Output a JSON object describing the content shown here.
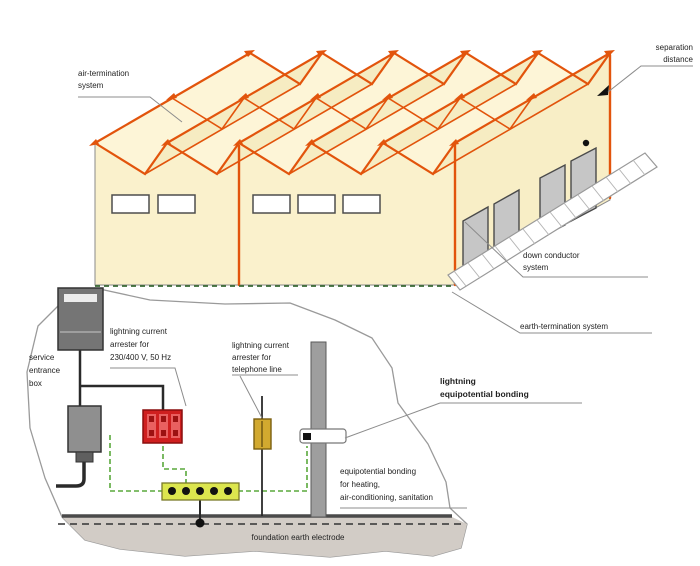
{
  "labels": {
    "air_termination": [
      "air-termination",
      "system"
    ],
    "separation": [
      "separation",
      "distance"
    ],
    "down_conductor": [
      "down conductor",
      "system"
    ],
    "earth_termination": [
      "earth-termination system"
    ],
    "service_box": [
      "service",
      "entrance",
      "box"
    ],
    "arrester_power": [
      "lightning current",
      "arrester for",
      "230/400 V, 50 Hz"
    ],
    "arrester_phone": [
      "lightning current",
      "arrester for",
      "telephone line"
    ],
    "lightning_bonding": [
      "lightning",
      "equipotential bonding"
    ],
    "hvac_bonding": [
      "equipotential bonding",
      "for heating,",
      "air-conditioning, sanitation"
    ],
    "foundation": [
      "foundation earth electrode"
    ]
  },
  "colors": {
    "conductor": "#e2540c",
    "wall": "#faf1cc",
    "wall_side": "#f8eec6",
    "roof": "#fdf5d7",
    "roof_shade": "#f6ecc2",
    "green_wire": "#5aa83c",
    "ground_dash": "#3a6b35",
    "arrester_power": "#cf1f1f",
    "arrester_phone": "#d2a92f",
    "bonding_bar": "#dce64e",
    "pipe": "#9e9e9e",
    "soil": "#d2ccc6"
  }
}
